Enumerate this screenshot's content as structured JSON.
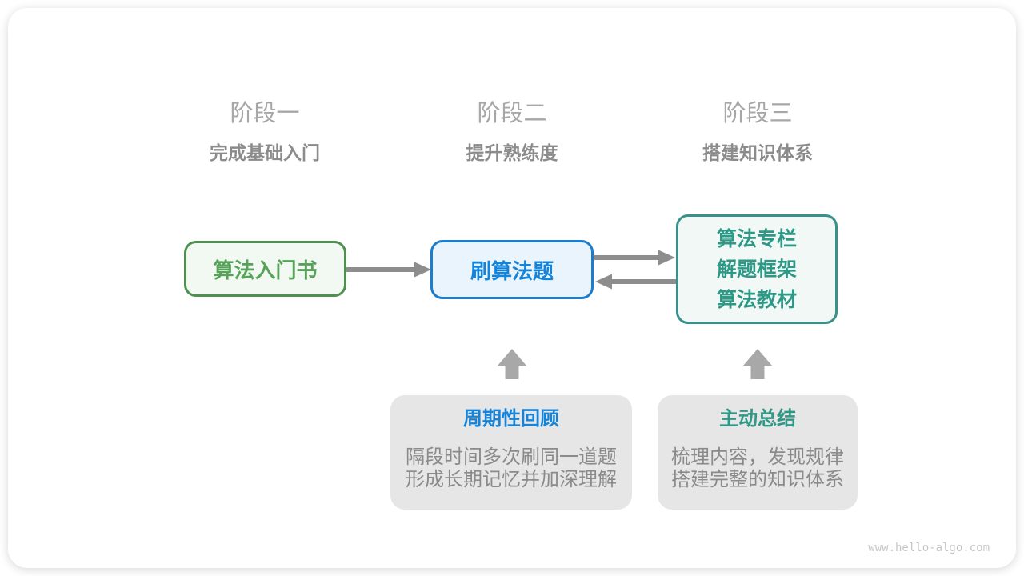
{
  "diagram": {
    "stages": [
      {
        "label": "阶段一",
        "subtitle": "完成基础入门"
      },
      {
        "label": "阶段二",
        "subtitle": "提升熟练度"
      },
      {
        "label": "阶段三",
        "subtitle": "搭建知识体系"
      }
    ],
    "nodes": {
      "intro_book": {
        "label": "算法入门书",
        "accent": "#4f8f50"
      },
      "practice": {
        "label": "刷算法题",
        "accent": "#1d7dcc"
      },
      "resources": {
        "lines": [
          "算法专栏",
          "解题框架",
          "算法教材"
        ],
        "accent": "#38918a"
      }
    },
    "connections": [
      {
        "from": "intro_book",
        "to": "practice",
        "type": "arrow-right"
      },
      {
        "from": "practice",
        "to": "resources",
        "type": "arrow-right"
      },
      {
        "from": "resources",
        "to": "practice",
        "type": "arrow-left"
      },
      {
        "from": "periodic_review",
        "to": "practice",
        "type": "arrow-up"
      },
      {
        "from": "active_summary",
        "to": "resources",
        "type": "arrow-up"
      }
    ],
    "callouts": [
      {
        "title": "周期性回顾",
        "title_color": "#1583d8",
        "lines": [
          "隔段时间多次刷同一道题",
          "形成长期记忆并加深理解"
        ]
      },
      {
        "title": "主动总结",
        "title_color": "#2f9887",
        "lines": [
          "梳理内容，发现规律",
          "搭建完整的知识体系"
        ]
      }
    ],
    "colors": {
      "arrow_gray": "#8d8d8d",
      "block_arrow_gray": "#a8a8a8",
      "callout_bg": "#e6e6e6"
    },
    "watermark": "www.hello-algo.com"
  }
}
